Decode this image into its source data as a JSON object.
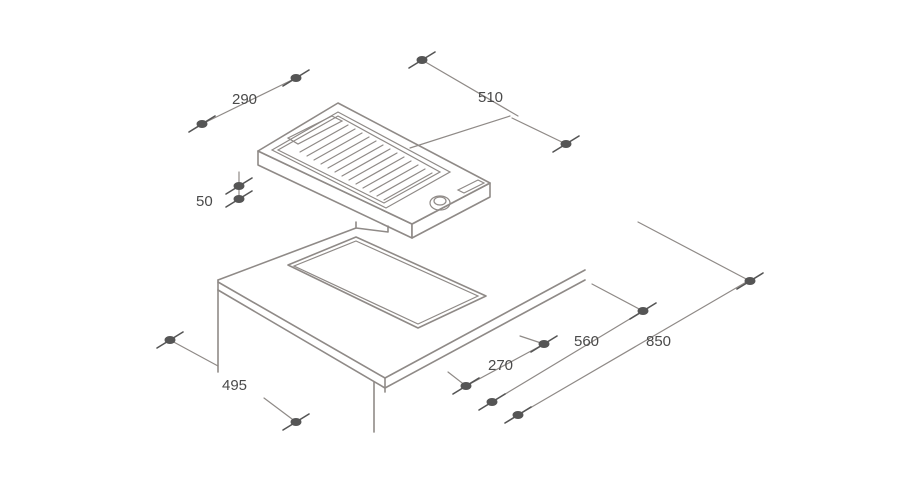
{
  "dimensions": {
    "grill_depth": "290",
    "grill_width": "510",
    "grill_height": "50",
    "cutout_depth": "495",
    "cutout_width": "270",
    "counter_depth": "560",
    "counter_width": "850"
  },
  "colors": {
    "line": "#8f8a87",
    "marker": "#555555",
    "text": "#4a4a4a"
  }
}
